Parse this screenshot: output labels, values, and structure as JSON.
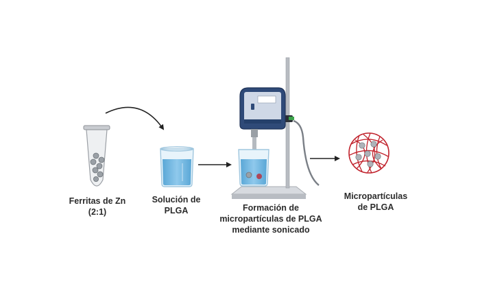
{
  "steps": [
    {
      "id": "tube",
      "lines": [
        "Ferritas de Zn",
        "(2:1)"
      ]
    },
    {
      "id": "beaker",
      "lines": [
        "Solución de",
        "PLGA"
      ]
    },
    {
      "id": "sonicator",
      "lines": [
        "Formación de",
        "micropartículas de PLGA",
        "mediante sonicado"
      ]
    },
    {
      "id": "particle",
      "lines": [
        "Micropartículas",
        "de PLGA"
      ]
    }
  ],
  "colors": {
    "liquid": "#6fb6e0",
    "liquid_light": "#a8d4ef",
    "glass": "#d7ecf7",
    "sonicator_body": "#2f4a78",
    "sonicator_screen": "#cfd8e6",
    "polymer": "#c0202a",
    "ferrite": "#9aa0a6",
    "arrow": "#222222",
    "stand": "#b8bcc2"
  }
}
